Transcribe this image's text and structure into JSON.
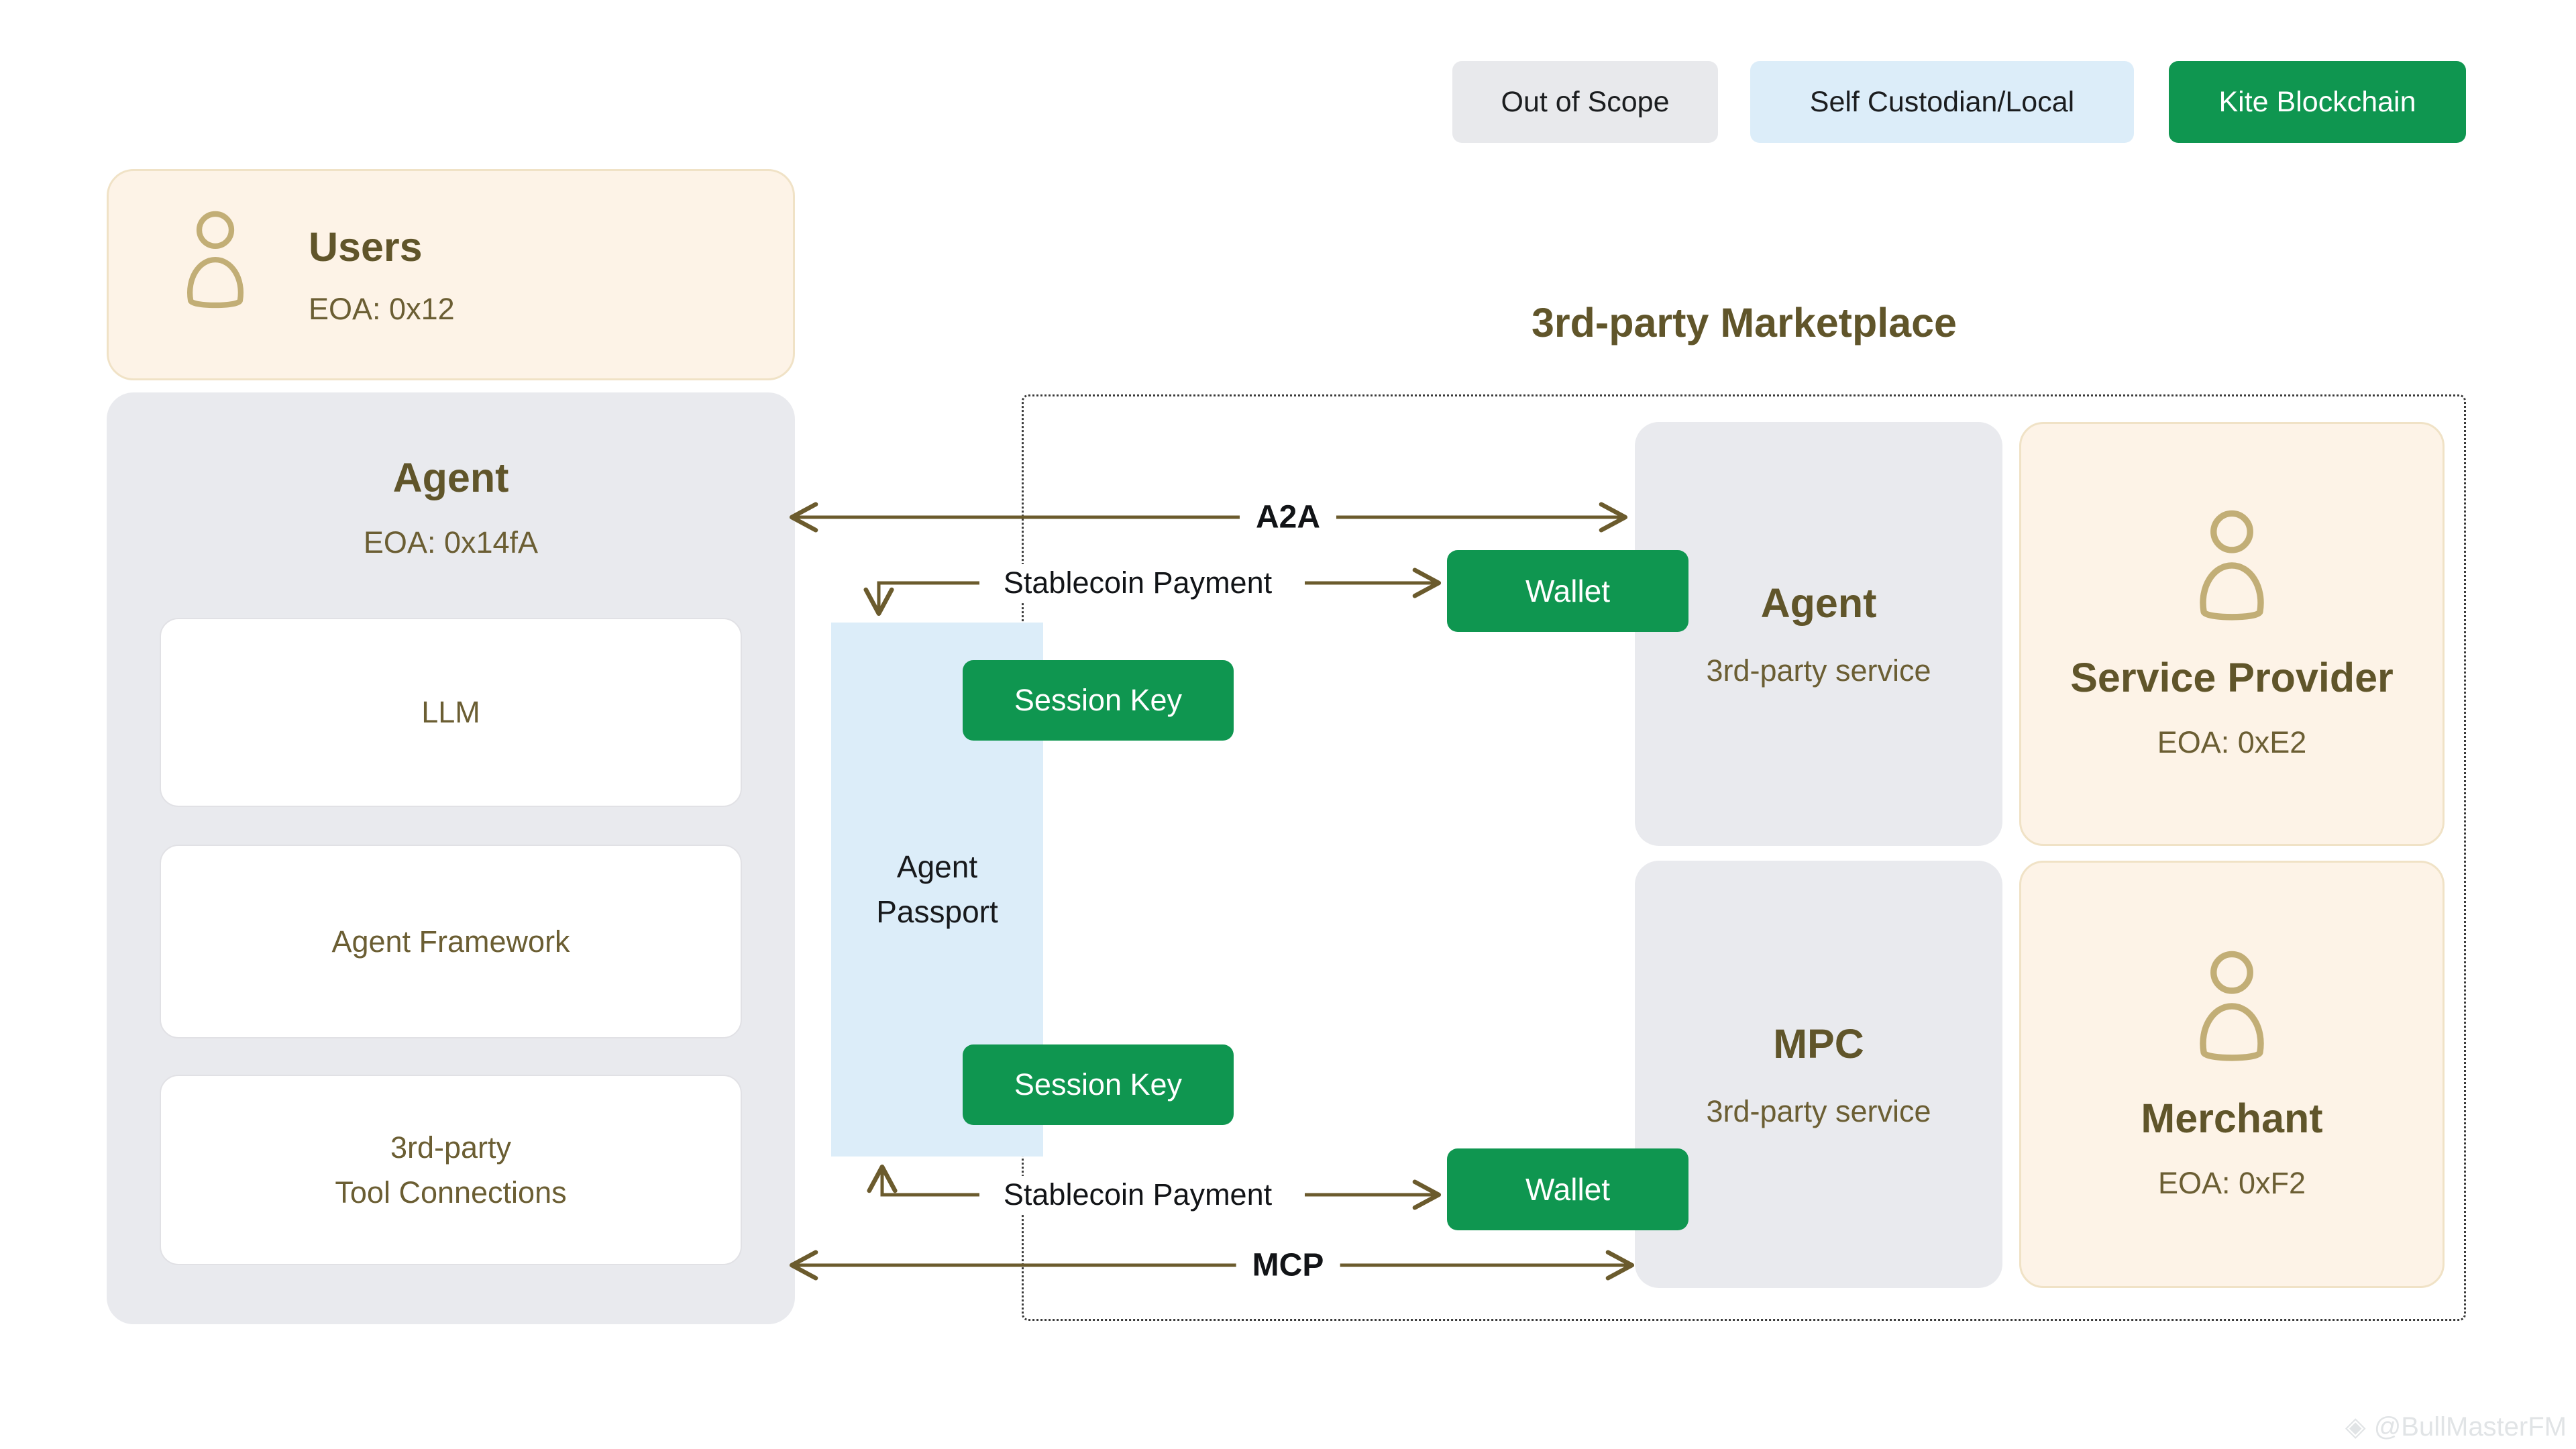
{
  "colors": {
    "green": "#0F9650",
    "gray-box": "#E9EAEE",
    "gray-chip": "#E8E9EC",
    "cream": "#FDF3E7",
    "cream-border": "#F0E2C6",
    "blue": "#DCEDF9",
    "olive": "#60552A",
    "olive-light": "#6B5E33",
    "arrow": "#6B5B2D",
    "tan": "#C2AE76",
    "text-dark": "#17191C",
    "dotted": "#3A3A3A"
  },
  "legend": {
    "out_of_scope": "Out of Scope",
    "self_custodian": "Self Custodian/Local",
    "kite_blockchain": "Kite Blockchain"
  },
  "users": {
    "title": "Users",
    "eoa": "EOA: 0x12"
  },
  "agent": {
    "title": "Agent",
    "eoa": "EOA: 0x14fA",
    "components": [
      "LLM",
      "Agent Framework",
      "3rd-party\nTool Connections"
    ]
  },
  "passport": {
    "label": "Agent\nPassport",
    "session_key": "Session Key"
  },
  "marketplace": {
    "title": "3rd-party Marketplace",
    "agent": {
      "title": "Agent",
      "subtitle": "3rd-party service"
    },
    "service_provider": {
      "title": "Service Provider",
      "eoa": "EOA: 0xE2"
    },
    "mpc": {
      "title": "MPC",
      "subtitle": "3rd-party service"
    },
    "merchant": {
      "title": "Merchant",
      "eoa": "EOA: 0xF2"
    }
  },
  "connections": {
    "a2a": "A2A",
    "mcp": "MCP",
    "stablecoin_top": "Stablecoin Payment",
    "stablecoin_bottom": "Stablecoin Payment",
    "wallet_top": "Wallet",
    "wallet_bottom": "Wallet"
  },
  "watermark": {
    "icon": "◈",
    "text": "@BullMasterFM"
  }
}
